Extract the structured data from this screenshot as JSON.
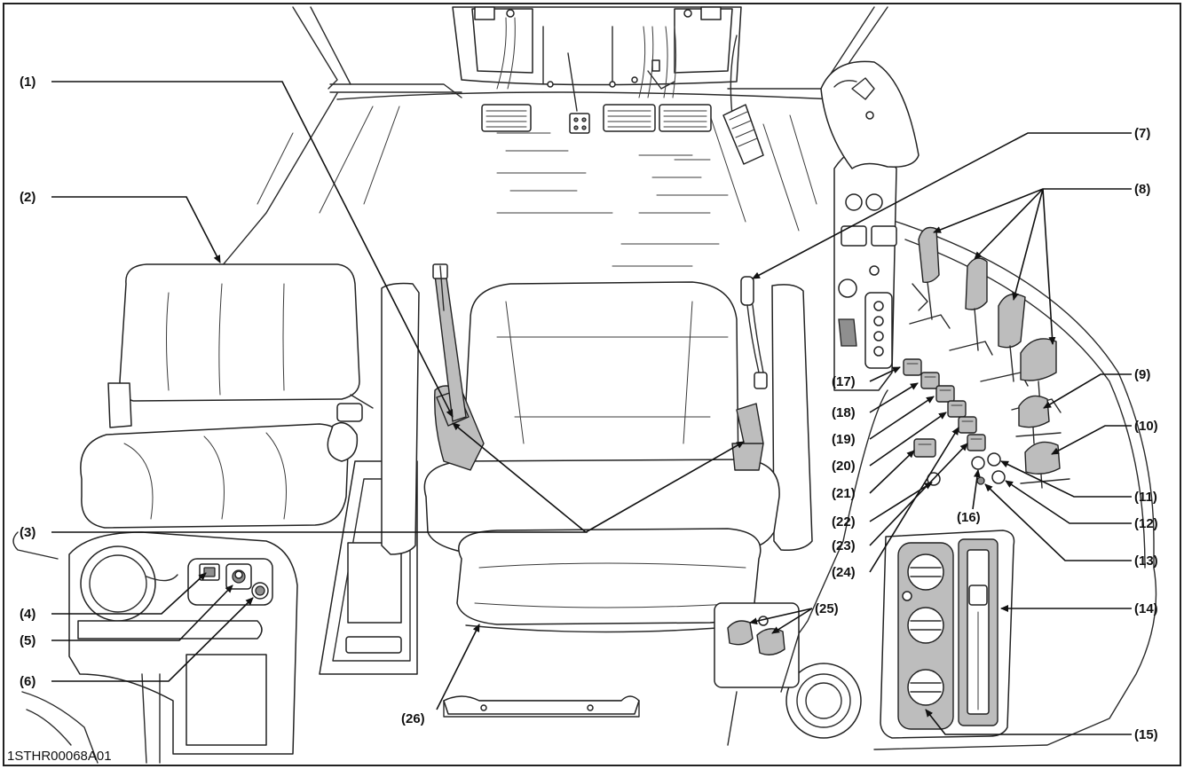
{
  "drawing_code": "1STHR00068A01",
  "callouts": {
    "c1": "(1)",
    "c2": "(2)",
    "c3": "(3)",
    "c4": "(4)",
    "c5": "(5)",
    "c6": "(6)",
    "c7": "(7)",
    "c8": "(8)",
    "c9": "(9)",
    "c10": "(10)",
    "c11": "(11)",
    "c12": "(12)",
    "c13": "(13)",
    "c14": "(14)",
    "c15": "(15)",
    "c16": "(16)",
    "c17": "(17)",
    "c18": "(18)",
    "c19": "(19)",
    "c20": "(20)",
    "c21": "(21)",
    "c22": "(22)",
    "c23": "(23)",
    "c24": "(24)",
    "c25": "(25)",
    "c26": "(26)"
  }
}
